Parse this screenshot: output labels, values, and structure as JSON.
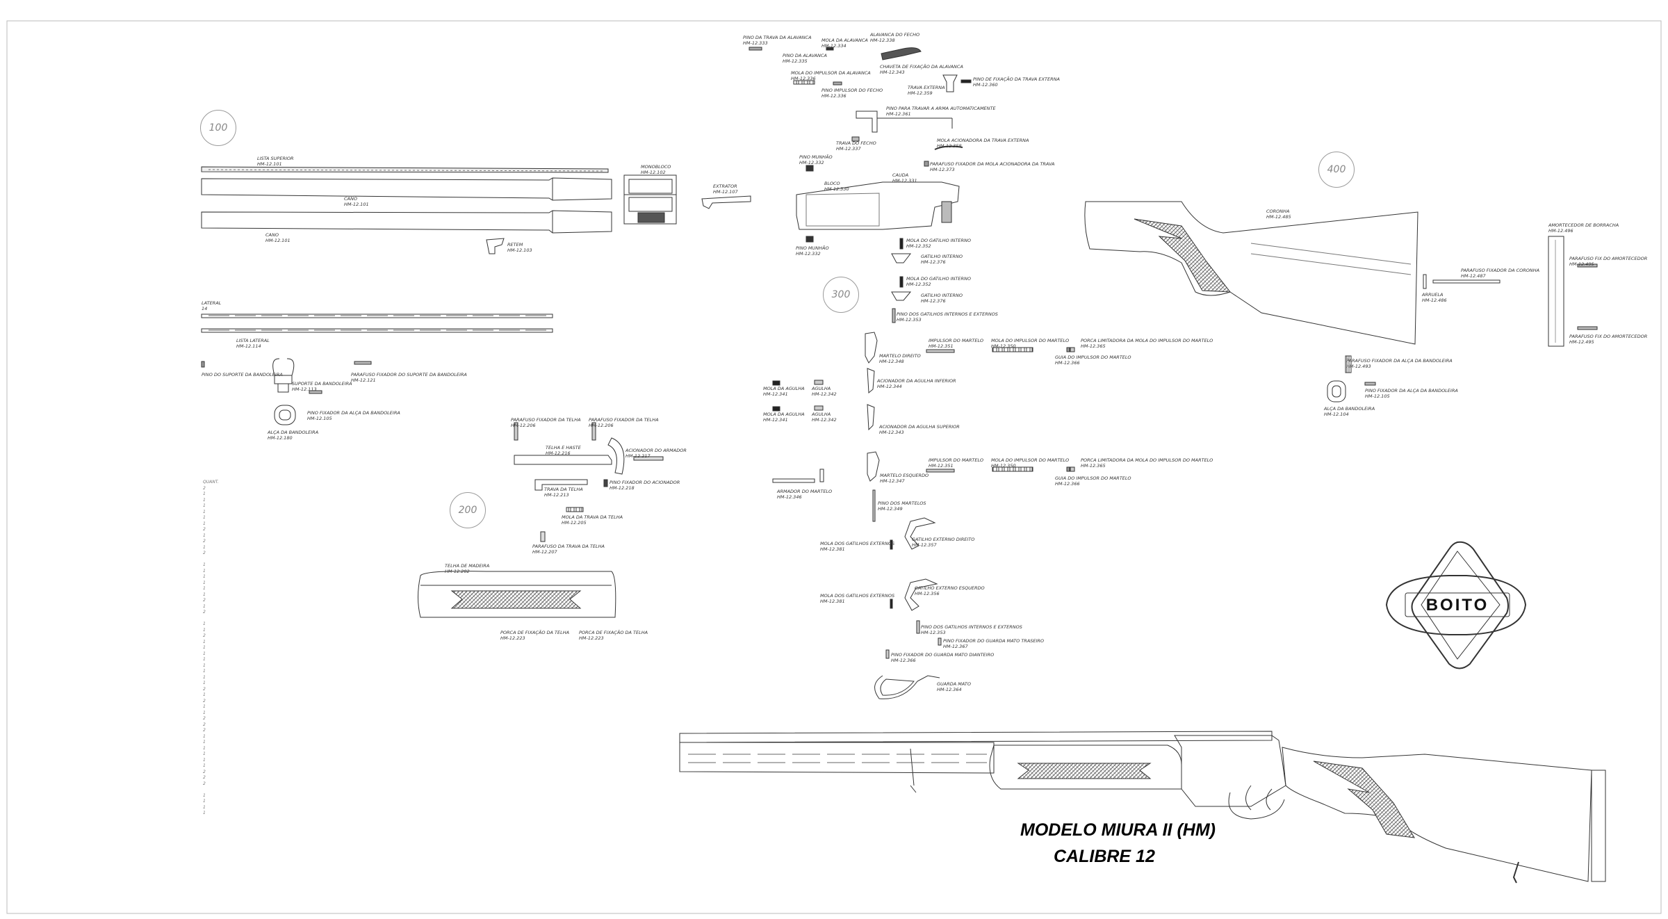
{
  "title": {
    "model": "MODELO MIURA II  (HM)",
    "caliber": "CALIBRE 12"
  },
  "brand": {
    "logo_text": "BOITO"
  },
  "sections": [
    "100",
    "200",
    "300",
    "400"
  ],
  "quantity_header": "QUANT.",
  "quantities": [
    "2",
    "1",
    "1",
    "1",
    "1",
    "1",
    "1",
    "2",
    "1",
    "2",
    "1",
    "2",
    "",
    "1",
    "1",
    "1",
    "1",
    "1",
    "1",
    "2",
    "1",
    "2",
    "",
    "1",
    "1",
    "2",
    "1",
    "1",
    "1",
    "1",
    "1",
    "1",
    "1",
    "1",
    "2",
    "1",
    "2",
    "1",
    "1",
    "2",
    "2",
    "2",
    "1",
    "1",
    "1",
    "1",
    "1",
    "1",
    "2",
    "2",
    "2",
    "",
    "1",
    "1",
    "1",
    "1"
  ],
  "parts": {
    "lista_superior": {
      "name": "LISTA SUPERIOR",
      "code": "HM-12.101"
    },
    "cano_1": {
      "name": "CANO",
      "code": "HM-12.101"
    },
    "cano_2": {
      "name": "CANO",
      "code": "HM-12.101"
    },
    "monobloco": {
      "name": "MONOBLOCO",
      "code": "HM-12.102"
    },
    "extrator": {
      "name": "EXTRATOR",
      "code": "HM-12.107"
    },
    "retem": {
      "name": "RETEM",
      "code": "HM-12.103"
    },
    "lateral": {
      "name": "LATERAL",
      "code": "14"
    },
    "lista_lateral": {
      "name": "LISTA LATERAL",
      "code": "HM-12.114"
    },
    "pino_suporte": {
      "name": "PINO DO SUPORTE DA BANDOLEIRA",
      "code": ""
    },
    "suporte_bandoleira": {
      "name": "SUPORTE DA BANDOLEIRA",
      "code": "HM-12.113"
    },
    "parafuso_suporte": {
      "name": "PARAFUSO FIXADOR DO SUPORTE DA BANDOLEIRA",
      "code": "HM-12.121"
    },
    "pino_alca": {
      "name": "PINO FIXADOR DA ALÇA DA BANDOLEIRA",
      "code": "HM-12.105"
    },
    "alca_bandoleira_1": {
      "name": "ALÇA DA BANDOLEIRA",
      "code": "HM-12.180"
    },
    "parafuso_telha_1": {
      "name": "PARAFUSO FIXADOR DA TELHA",
      "code": "HM-12.206"
    },
    "parafuso_telha_2": {
      "name": "PARAFUSO FIXADOR DA TELHA",
      "code": "HM-12.206"
    },
    "telha_haste": {
      "name": "TELHA E HASTE",
      "code": "HM-12.216"
    },
    "acionador_armador": {
      "name": "ACIONADOR DO ARMADOR",
      "code": "HM-12.217"
    },
    "trava_telha": {
      "name": "TRAVA DA TELHA",
      "code": "HM-12.213"
    },
    "pino_acionador": {
      "name": "PINO FIXADOR DO ACIONADOR",
      "code": "HM-12.218"
    },
    "mola_trava_telha": {
      "name": "MOLA DA TRAVA DA TELHA",
      "code": "HM-12.205"
    },
    "parafuso_trava_telha": {
      "name": "PARAFUSO DA TRAVA DA TELHA",
      "code": "HM-12.207"
    },
    "telha_madeira": {
      "name": "TELHA DE MADEIRA",
      "code": "HM-12.202"
    },
    "porca_telha_1": {
      "name": "PORCA DE FIXAÇÃO DA TELHA",
      "code": "HM-12.223"
    },
    "porca_telha_2": {
      "name": "PORCA DE FIXAÇÃO DA TELHA",
      "code": "HM-12.223"
    },
    "pino_trava_alavanca": {
      "name": "PINO DA TRAVA DA ALAVANCA",
      "code": "HM-12.333"
    },
    "pino_alavanca": {
      "name": "PINO DA ALAVANCA",
      "code": "HM-12.335"
    },
    "mola_alavanca": {
      "name": "MOLA DA ALAVANCA",
      "code": "HM-12.334"
    },
    "alavanca_fecho": {
      "name": "ALAVANCA DO FECHO",
      "code": "HM-12.338"
    },
    "chaveta_alavanca": {
      "name": "CHAVETA DE FIXAÇÃO DA ALAVANCA",
      "code": "HM-12.343"
    },
    "mola_impulsor": {
      "name": "MOLA DO IMPULSOR DA ALAVANCA",
      "code": "HM-12.336"
    },
    "pino_impulsor_fecho": {
      "name": "PINO IMPULSOR DO FECHO",
      "code": "HM-12.336"
    },
    "trava_externa": {
      "name": "TRAVA EXTERNA",
      "code": "HM-12.359"
    },
    "pino_trava_externa": {
      "name": "PINO DE FIXAÇÃO DA TRAVA EXTERNA",
      "code": "HM-12.360"
    },
    "pino_travar_arma": {
      "name": "PINO PARA TRAVAR A ARMA AUTOMATICAMENTE",
      "code": "HM-12.361"
    },
    "trava_fecho": {
      "name": "TRAVA DO FECHO",
      "code": "HM-12.337"
    },
    "mola_acionadora": {
      "name": "MOLA ACIONADORA DA TRAVA EXTERNA",
      "code": "HM-12.358"
    },
    "parafuso_mola_acionadora": {
      "name": "PARAFUSO FIXADOR DA MOLA ACIONADORA DA TRAVA",
      "code": "HM-12.373"
    },
    "pino_munhao_1": {
      "name": "PINO MUNHÃO",
      "code": "HM-12.332"
    },
    "bloco": {
      "name": "BLOCO",
      "code": "HM-12.330"
    },
    "cauda": {
      "name": "CAUDA",
      "code": "HM-12.331"
    },
    "pino_munhao_2": {
      "name": "PINO MUNHÃO",
      "code": "HM-12.332"
    },
    "mola_gatilho_1": {
      "name": "MOLA DO GATILHO INTERNO",
      "code": "HM-12.352"
    },
    "gatilho_interno_1": {
      "name": "GATILHO INTERNO",
      "code": "HM-12.376"
    },
    "mola_gatilho_2": {
      "name": "MOLA DO GATILHO INTERNO",
      "code": "HM-12.352"
    },
    "gatilho_interno_2": {
      "name": "GATILHO INTERNO",
      "code": "HM-12.376"
    },
    "pino_gatilhos": {
      "name": "PINO DOS GATILHOS INTERNOS E EXTERNOS",
      "code": "HM-12.353"
    },
    "martelo_direito": {
      "name": "MARTELO DIREITO",
      "code": "HM-12.348"
    },
    "impulsor_martelo_1": {
      "name": "IMPULSOR DO MARTELO",
      "code": "HM-12.351"
    },
    "mola_impulsor_martelo_1": {
      "name": "MOLA DO IMPULSOR DO MARTELO",
      "code": "HM-12.350"
    },
    "porca_limitadora_1": {
      "name": "PORCA LIMITADORA DA MOLA DO IMPULSOR DO MARTELO",
      "code": "HM-12.365"
    },
    "guia_impulsor_1": {
      "name": "GUIA DO IMPULSOR DO MARTELO",
      "code": "HM-12.366"
    },
    "acionador_agulha_inf": {
      "name": "ACIONADOR DA AGULHA INFERIOR",
      "code": "HM-12.344"
    },
    "mola_agulha_1": {
      "name": "MOLA DA AGULHA",
      "code": "HM-12.341"
    },
    "agulha_1": {
      "name": "AGULHA",
      "code": "HM-12.342"
    },
    "mola_agulha_2": {
      "name": "MOLA DA AGULHA",
      "code": "HM-12.341"
    },
    "agulha_2": {
      "name": "AGULHA",
      "code": "HM-12.342"
    },
    "acionador_agulha_sup": {
      "name": "ACIONADOR DA AGULHA SUPERIOR",
      "code": "HM-12.343"
    },
    "armador_martelo": {
      "name": "ARMADOR DO MARTELO",
      "code": "HM-12.346"
    },
    "martelo_esquerdo": {
      "name": "MARTELO ESQUERDO",
      "code": "HM-12.347"
    },
    "impulsor_martelo_2": {
      "name": "IMPULSOR DO MARTELO",
      "code": "HM-12.351"
    },
    "mola_impulsor_martelo_2": {
      "name": "MOLA DO IMPULSOR DO MARTELO",
      "code": "HM-12.350"
    },
    "porca_limitadora_2": {
      "name": "PORCA LIMITADORA DA MOLA DO IMPULSOR DO MARTELO",
      "code": "HM-12.365"
    },
    "guia_impulsor_2": {
      "name": "GUIA DO IMPULSOR DO MARTELO",
      "code": "HM-12.366"
    },
    "pino_martelos": {
      "name": "PINO DOS MARTELOS",
      "code": "HM-12.349"
    },
    "mola_gatilhos_ext_1": {
      "name": "MOLA DOS GATILHOS EXTERNOS",
      "code": "HM-12.381"
    },
    "gatilho_ext_direito": {
      "name": "GATILHO EXTERNO DIREITO",
      "code": "HM-12.357"
    },
    "mola_gatilhos_ext_2": {
      "name": "MOLA DOS GATILHOS EXTERNOS",
      "code": "HM-12.381"
    },
    "gatilho_ext_esquerdo": {
      "name": "GATILHO EXTERNO ESQUERDO",
      "code": "HM-12.356"
    },
    "pino_gatilhos_2": {
      "name": "PINO DOS GATILHOS INTERNOS E EXTERNOS",
      "code": "HM-12.353"
    },
    "pino_guarda_traseiro": {
      "name": "PINO FIXADOR DO GUARDA MATO TRASEIRO",
      "code": "HM-12.367"
    },
    "pino_guarda_dianteiro": {
      "name": "PINO FIXADOR DO GUARDA MATO DIANTEIRO",
      "code": "HM-12.366"
    },
    "guarda_mato": {
      "name": "GUARDA MATO",
      "code": "HM-12.364"
    },
    "coronha": {
      "name": "CORONHA",
      "code": "HM-12.485"
    },
    "amortecedor": {
      "name": "AMORTECEDOR DE BORRACHA",
      "code": "HM-12.496"
    },
    "parafuso_amort_1": {
      "name": "PARAFUSO FIX DO AMORTECEDOR",
      "code": "HM-12.495"
    },
    "parafuso_coronha": {
      "name": "PARAFUSO FIXADOR DA CORONHA",
      "code": "HM-12.487"
    },
    "arruela": {
      "name": "ARRUELA",
      "code": "HM-12.486"
    },
    "parafuso_amort_2": {
      "name": "PARAFUSO FIX DO AMORTECEDOR",
      "code": "HM-12.495"
    },
    "parafuso_alca": {
      "name": "PARAFUSO FIXADOR DA ALÇA DA BANDOLEIRA",
      "code": "HM-12.493"
    },
    "pino_alca_2": {
      "name": "PINO FIXADOR DA ALÇA DA BANDOLEIRA",
      "code": "HM-12.105"
    },
    "alca_bandoleira_2": {
      "name": "ALÇA DA BANDOLEIRA",
      "code": "HM-12.104"
    }
  }
}
